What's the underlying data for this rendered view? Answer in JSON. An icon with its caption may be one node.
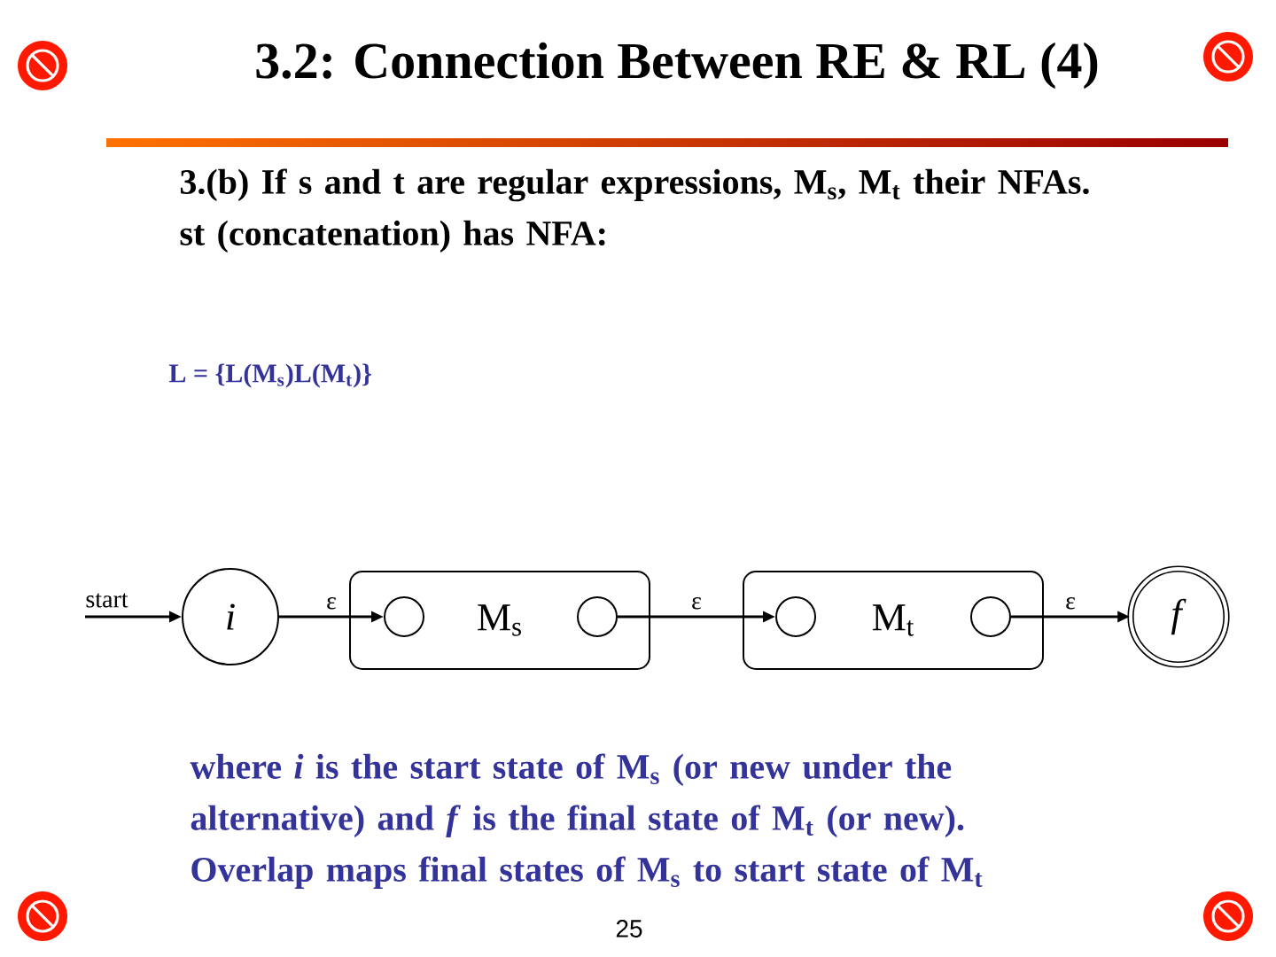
{
  "diagram": {
    "title": "3.2: Connection Between RE & RL (4)",
    "nodes": [
      {
        "text": [
          "start"
        ]
      },
      {
        "text": [
          "*i*"
        ]
      },
      {
        "text": [
          "M$_{s}$"
        ]
      },
      {
        "text": [],
        "shape": "circle",
        "in": 2
      },
      {
        "text": [],
        "shape": "circle",
        "in": 2
      },
      {
        "text": [
          "M$_{t}$"
        ]
      },
      {
        "text": [],
        "shape": "circle",
        "in": 5
      },
      {
        "text": [],
        "shape": "circle",
        "in": 5
      },
      {
        "text": [
          "*f*"
        ]
      }
    ],
    "edges": [
      {
        "from": 0,
        "to": 1,
        "arrow": "to"
      },
      {
        "from": 1,
        "to": 3,
        "arrow": "to",
        "label": "ε"
      },
      {
        "from": 4,
        "to": 6,
        "arrow": "to",
        "label": "ε"
      },
      {
        "from": 7,
        "to": 8,
        "arrow": "to",
        "label": "ε"
      }
    ],
    "labels": [
      "3.(b) If s and t are regular expressions, M$_{s}$, M$_{t}$ their NFAs. st (concatenation) has NFA:",
      "L = {L(M$_{s}$)L(M$_{t}$)}",
      "where *i* is the start state of M$_{s}$ (or new under the alternative) and *f* is the final state of M$_{t}$ (or new). Overlap maps final states of M$_{s}$ to start state of M$_{t}$",
      "25"
    ]
  }
}
